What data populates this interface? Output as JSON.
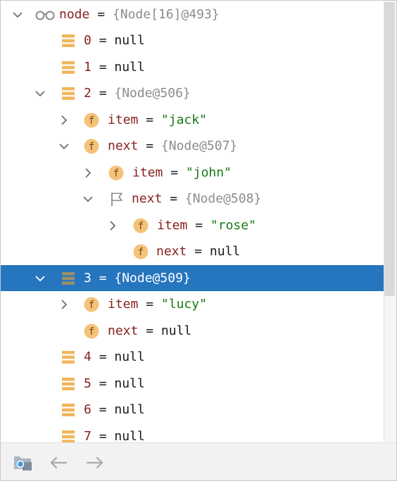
{
  "tree": {
    "rows": [
      {
        "name": "node",
        "eq": "=",
        "value": "{Node[16]@493}",
        "value_type": "obj",
        "icon": "glasses-icon",
        "chevron": "down"
      },
      {
        "name": "0",
        "eq": "=",
        "value": "null",
        "value_type": "null",
        "icon": "array-element-icon",
        "chevron": "none"
      },
      {
        "name": "1",
        "eq": "=",
        "value": "null",
        "value_type": "null",
        "icon": "array-element-icon",
        "chevron": "none"
      },
      {
        "name": "2",
        "eq": "=",
        "value": "{Node@506}",
        "value_type": "obj",
        "icon": "array-element-icon",
        "chevron": "down"
      },
      {
        "name": "item",
        "eq": "=",
        "value": "\"jack\"",
        "value_type": "str",
        "icon": "field-icon",
        "chevron": "right"
      },
      {
        "name": "next",
        "eq": "=",
        "value": "{Node@507}",
        "value_type": "obj",
        "icon": "field-icon",
        "chevron": "down"
      },
      {
        "name": "item",
        "eq": "=",
        "value": "\"john\"",
        "value_type": "str",
        "icon": "field-icon",
        "chevron": "right"
      },
      {
        "name": "next",
        "eq": "=",
        "value": "{Node@508}",
        "value_type": "obj",
        "icon": "flag-icon",
        "chevron": "down"
      },
      {
        "name": "item",
        "eq": "=",
        "value": "\"rose\"",
        "value_type": "str",
        "icon": "field-icon",
        "chevron": "right"
      },
      {
        "name": "next",
        "eq": "=",
        "value": "null",
        "value_type": "null",
        "icon": "field-icon",
        "chevron": "none"
      },
      {
        "name": "3",
        "eq": "=",
        "value": "{Node@509}",
        "value_type": "obj",
        "icon": "array-element-icon",
        "chevron": "down",
        "selected": true
      },
      {
        "name": "item",
        "eq": "=",
        "value": "\"lucy\"",
        "value_type": "str",
        "icon": "field-icon",
        "chevron": "right"
      },
      {
        "name": "next",
        "eq": "=",
        "value": "null",
        "value_type": "null",
        "icon": "field-icon",
        "chevron": "none"
      },
      {
        "name": "4",
        "eq": "=",
        "value": "null",
        "value_type": "null",
        "icon": "array-element-icon",
        "chevron": "none"
      },
      {
        "name": "5",
        "eq": "=",
        "value": "null",
        "value_type": "null",
        "icon": "array-element-icon",
        "chevron": "none"
      },
      {
        "name": "6",
        "eq": "=",
        "value": "null",
        "value_type": "null",
        "icon": "array-element-icon",
        "chevron": "none"
      },
      {
        "name": "7",
        "eq": "=",
        "value": "null",
        "value_type": "null",
        "icon": "array-element-icon",
        "chevron": "none"
      }
    ]
  },
  "toolbar": {
    "buttons": [
      {
        "icon": "frames-folder-icon"
      },
      {
        "icon": "arrow-left-icon"
      },
      {
        "icon": "arrow-right-icon"
      }
    ]
  },
  "colors": {
    "selection": "#2675bf",
    "name": "#871f1f",
    "string_value": "#157a15",
    "object_value": "#8c8c8c",
    "field_icon": "#f5c27a"
  }
}
